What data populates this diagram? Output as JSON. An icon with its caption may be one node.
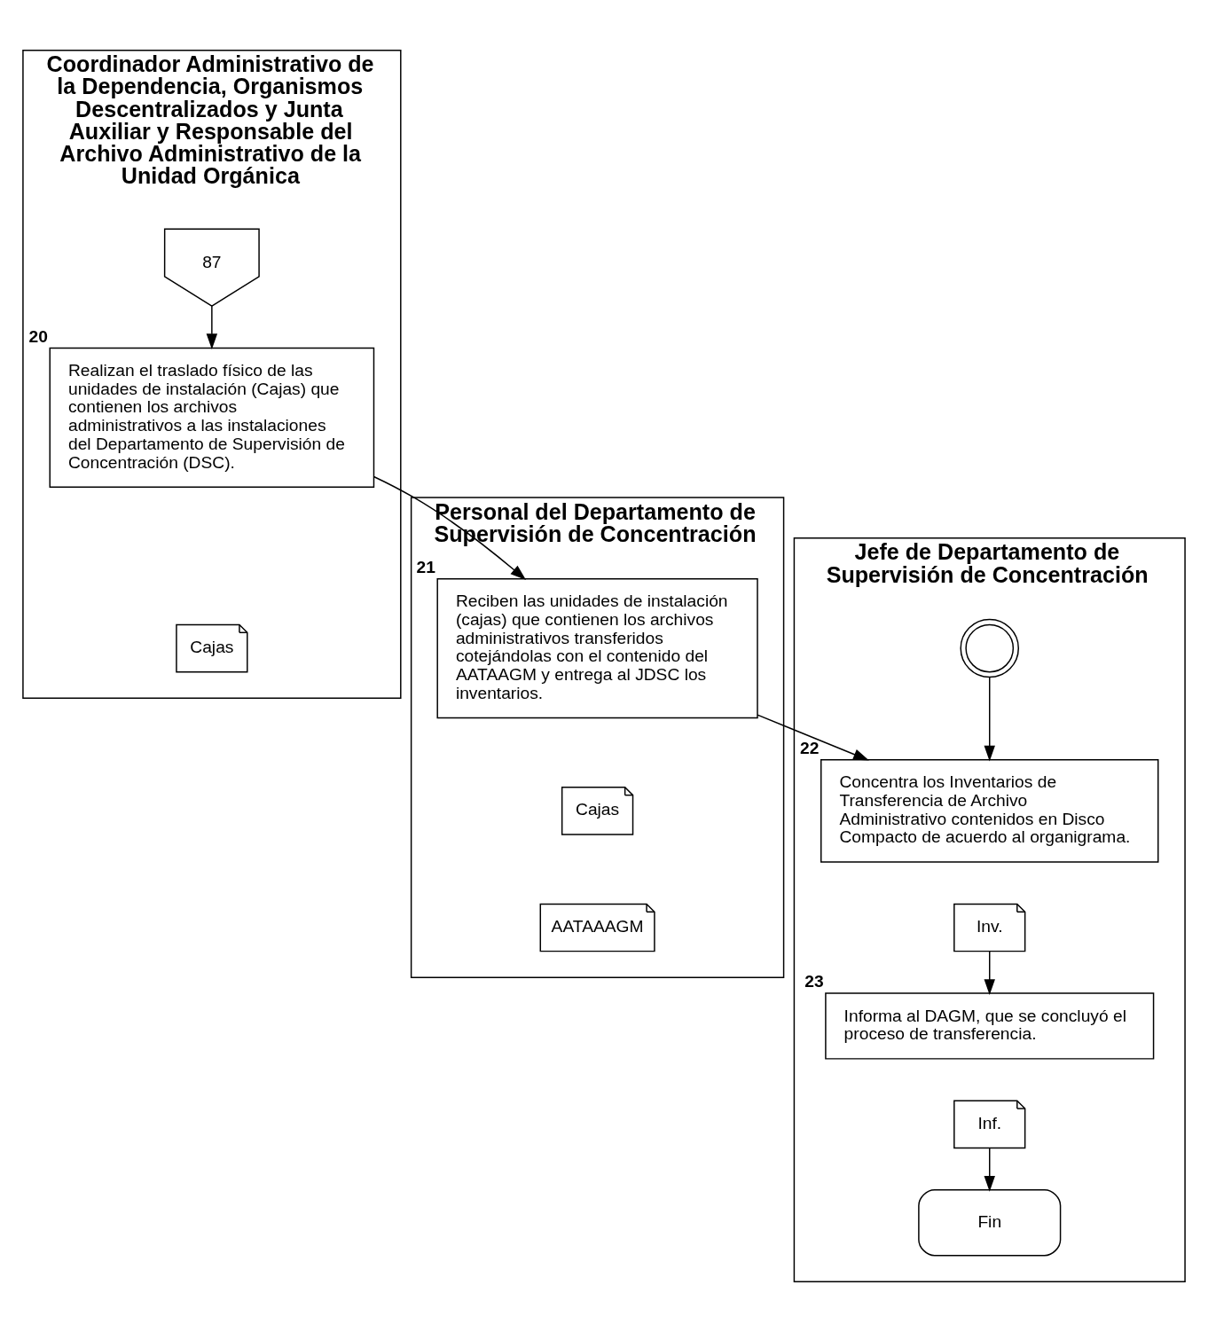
{
  "diagram": {
    "nodes": [
      {
        "text": [
          "Coordinador Administrativo de la Dependencia, Organismos Descentralizados y Junta Auxiliar y Responsable del Archivo Administrativo de la Unidad Orgánica"
        ]
      },
      {
        "text": [
          "Personal del Departamento de Supervisión de Concentración"
        ]
      },
      {
        "text": [
          "Jefe de Departamento de Supervisión de Concentración"
        ]
      },
      {
        "text": [
          "87"
        ],
        "in": 0
      },
      {
        "text": [
          "Realizan el traslado físico de las unidades de instalación (Cajas) que contienen los archivos administrativos a las instalaciones del Departamento de Supervisión de Concentración (DSC)."
        ],
        "in": 0,
        "beside": [
          "20"
        ]
      },
      {
        "text": [
          "Cajas"
        ],
        "in": 0
      },
      {
        "text": [
          "Reciben las unidades de instalación (cajas) que contienen los archivos administrativos transferidos cotejándolas con el contenido del AATAAGM y entrega al JDSC los inventarios."
        ],
        "in": 1,
        "beside": [
          "21"
        ]
      },
      {
        "text": [
          "Cajas"
        ],
        "in": 1
      },
      {
        "text": [
          "AATAAAGM"
        ],
        "in": 1
      },
      {
        "text": [],
        "shape": "circle",
        "in": 2
      },
      {
        "text": [
          "Concentra los Inventarios de Transferencia de Archivo Administrativo contenidos en Disco Compacto de acuerdo al organigrama."
        ],
        "in": 2,
        "beside": [
          "22"
        ]
      },
      {
        "text": [
          "Inv."
        ],
        "in": 2
      },
      {
        "text": [
          "Informa al DAGM, que se concluyó el proceso de transferencia."
        ],
        "in": 2,
        "beside": [
          "23"
        ]
      },
      {
        "text": [
          "Inf."
        ],
        "in": 2
      },
      {
        "text": [
          "Fin"
        ],
        "in": 2
      }
    ],
    "edges": [
      {
        "from": 3,
        "to": 4,
        "arrow": "to"
      },
      {
        "from": 4,
        "to": 6,
        "arrow": "to"
      },
      {
        "from": 6,
        "to": 10,
        "arrow": "to"
      },
      {
        "from": 9,
        "to": 10,
        "arrow": "to"
      },
      {
        "from": 11,
        "to": 12,
        "arrow": "to"
      },
      {
        "from": 13,
        "to": 14,
        "arrow": "to"
      }
    ]
  }
}
